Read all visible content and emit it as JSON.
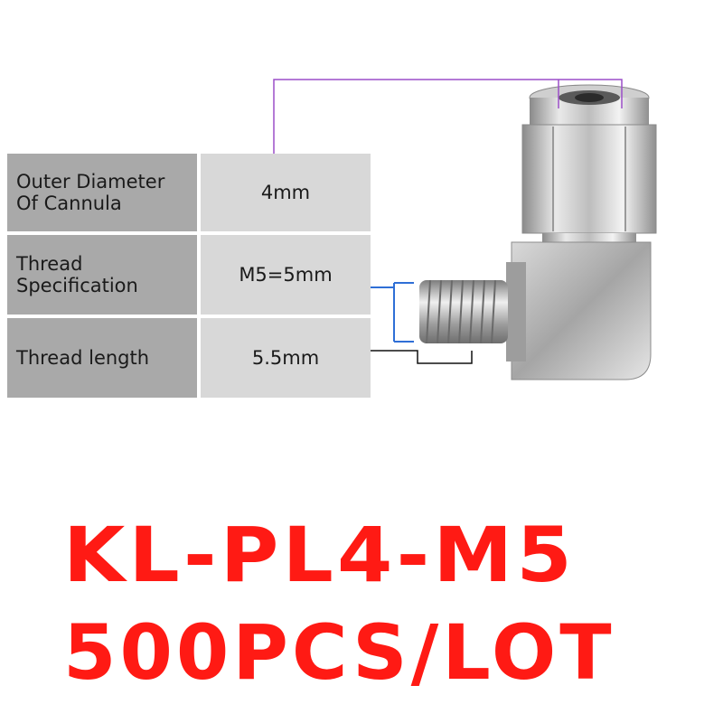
{
  "spec_table": {
    "rows": [
      {
        "label": "Outer Diameter\nOf Cannula",
        "value": "4mm"
      },
      {
        "label": "Thread\nSpecification",
        "value": "M5=5mm"
      },
      {
        "label": "Thread length",
        "value": "5.5mm"
      }
    ]
  },
  "product": {
    "model": "KL-PL4-M5",
    "quantity": "500PCS/LOT"
  },
  "colors": {
    "label_bg": "#a9a9a9",
    "value_bg": "#d8d8d8",
    "headline": "#ff1a14",
    "diameter_line": "#9b4fc8",
    "thread_line": "#2f6fd6",
    "length_line": "#111111"
  }
}
